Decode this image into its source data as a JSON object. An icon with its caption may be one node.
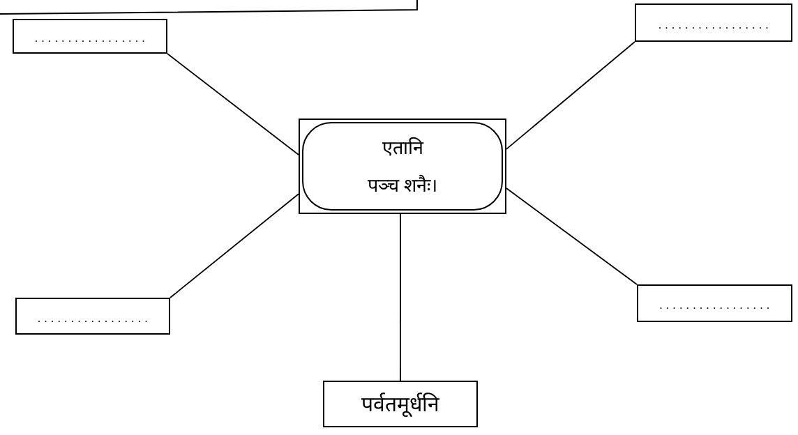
{
  "diagram": {
    "nodes": [
      {
        "text": [
          "................."
        ]
      },
      {
        "text": [
          "................."
        ]
      },
      {
        "text": [
          "एतानि पञ्च शनैः।"
        ]
      },
      {
        "text": [
          "................."
        ]
      },
      {
        "text": [
          "................."
        ]
      },
      {
        "text": [
          "पर्वतमूर्धनि"
        ]
      }
    ],
    "edges": [
      {
        "from": 2,
        "to": 0,
        "arrow": "none"
      },
      {
        "from": 2,
        "to": 1,
        "arrow": "none"
      },
      {
        "from": 2,
        "to": 3,
        "arrow": "none"
      },
      {
        "from": 2,
        "to": 4,
        "arrow": "none"
      },
      {
        "from": 2,
        "to": 5,
        "arrow": "none"
      }
    ]
  }
}
